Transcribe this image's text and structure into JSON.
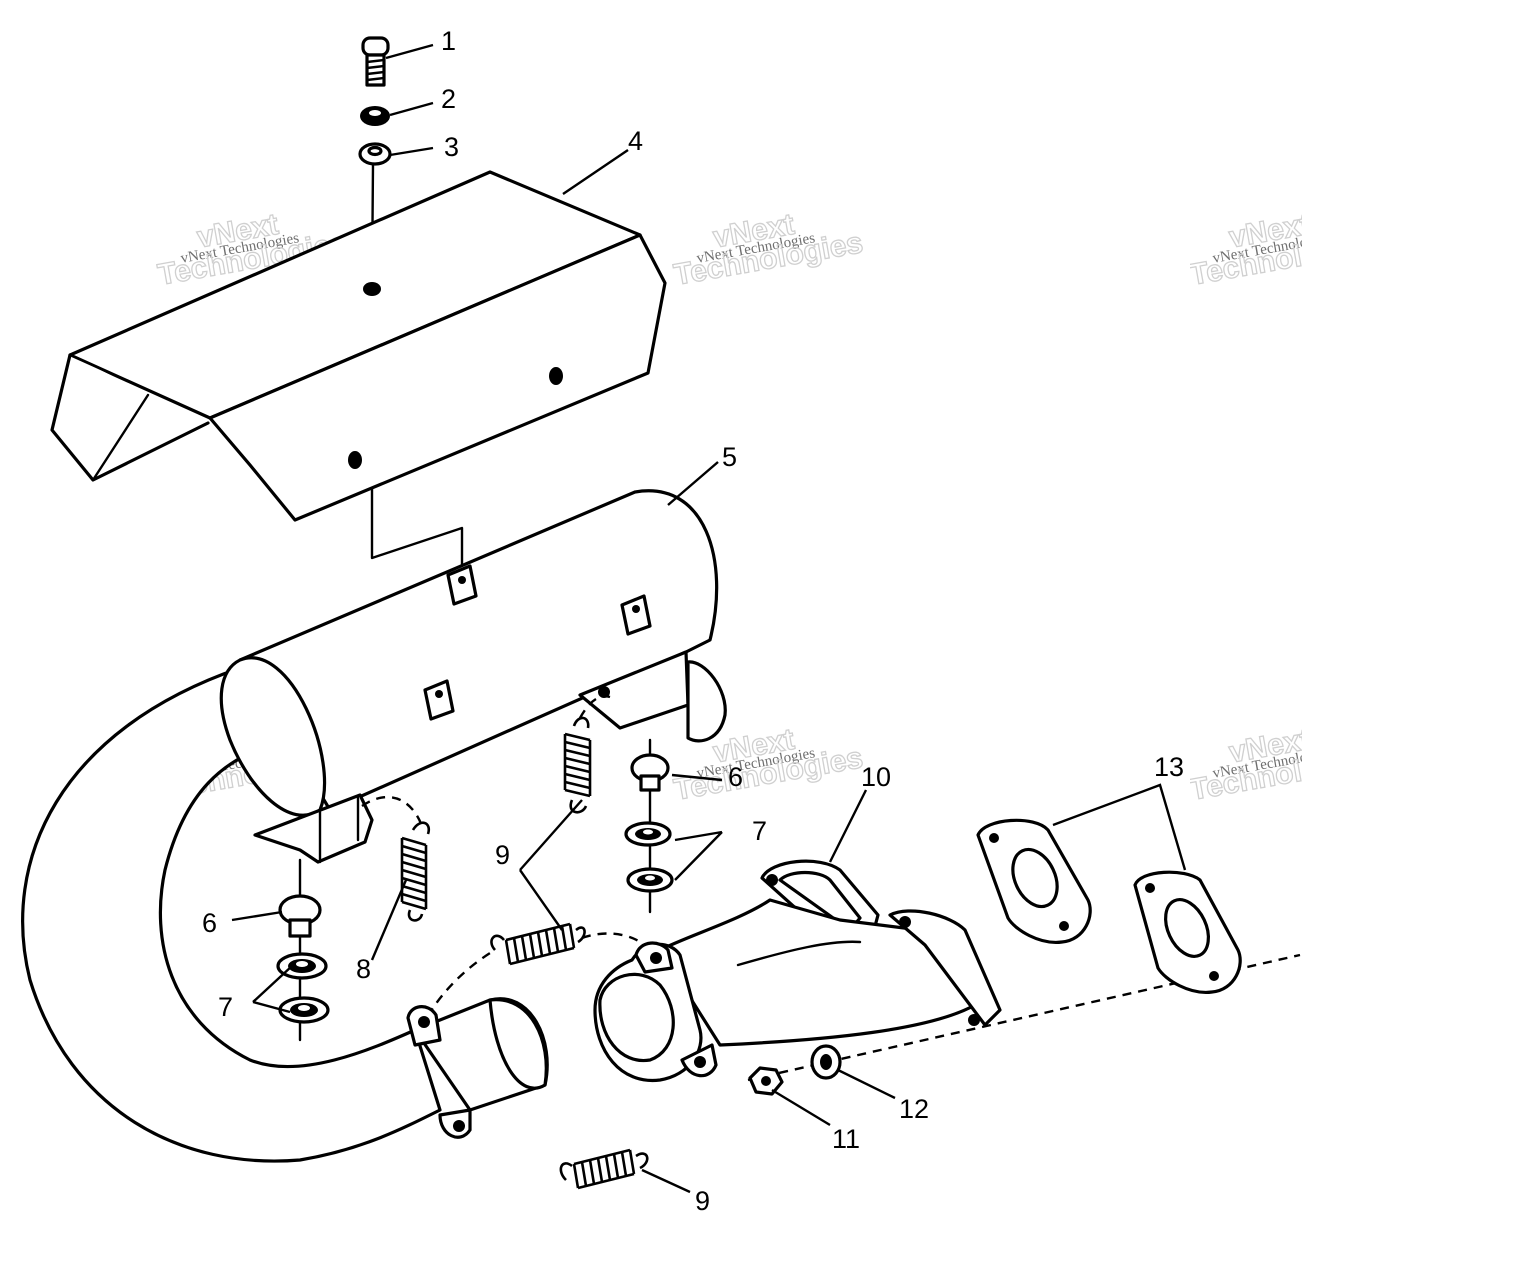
{
  "callouts": [
    {
      "id": "c1",
      "label": "1"
    },
    {
      "id": "c2",
      "label": "2"
    },
    {
      "id": "c3",
      "label": "3"
    },
    {
      "id": "c4",
      "label": "4"
    },
    {
      "id": "c5",
      "label": "5"
    },
    {
      "id": "c6a",
      "label": "6"
    },
    {
      "id": "c6b",
      "label": "6"
    },
    {
      "id": "c7a",
      "label": "7"
    },
    {
      "id": "c7b",
      "label": "7"
    },
    {
      "id": "c8",
      "label": "8"
    },
    {
      "id": "c9a",
      "label": "9"
    },
    {
      "id": "c9b",
      "label": "9"
    },
    {
      "id": "c10",
      "label": "10"
    },
    {
      "id": "c11",
      "label": "11"
    },
    {
      "id": "c12",
      "label": "12"
    },
    {
      "id": "c13",
      "label": "13"
    }
  ],
  "watermark": {
    "line1": "vNext Technologies",
    "line2": "vNext",
    "line3": "Technologies"
  }
}
